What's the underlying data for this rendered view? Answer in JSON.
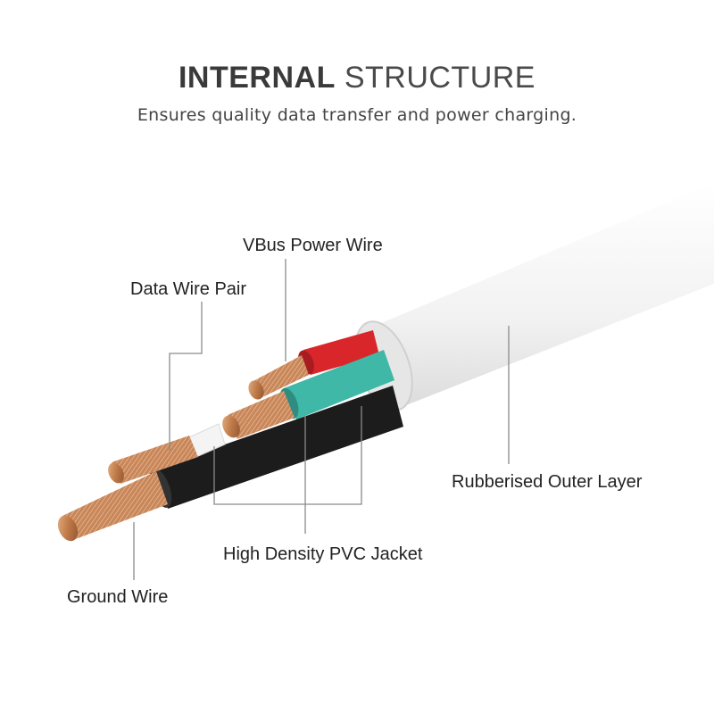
{
  "header": {
    "title_bold": "INTERNAL",
    "title_light": "STRUCTURE",
    "subtitle": "Ensures quality data transfer and power charging."
  },
  "labels": {
    "vbus": "VBus Power Wire",
    "data_pair": "Data Wire Pair",
    "outer_layer": "Rubberised Outer Layer",
    "pvc_jacket": "High Density PVC Jacket",
    "ground": "Ground Wire"
  },
  "colors": {
    "vbus_wire": "#d8262b",
    "data_wire_green": "#3fb8a8",
    "data_wire_white": "#f4f4f4",
    "ground_wire": "#1c1c1c",
    "copper": "#c98a5a",
    "outer_jacket": "#f6f6f6",
    "leader_line": "#8a8a8a"
  }
}
